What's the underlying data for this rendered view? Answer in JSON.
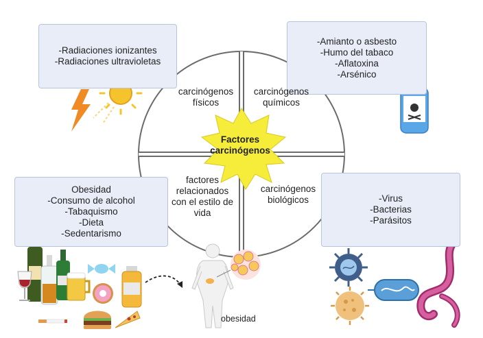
{
  "center": {
    "line1": "Factores",
    "line2": "carcinógenos"
  },
  "quadrants": {
    "physical": [
      "carcinógenos",
      "físicos"
    ],
    "chemical": [
      "carcinógenos",
      "químicos"
    ],
    "lifestyle": [
      "factores",
      "relacionados",
      "con el estilo de",
      "vida"
    ],
    "biological": [
      "carcinógenos",
      "biológicos"
    ]
  },
  "boxes": {
    "physical": [
      "-Radiaciones ionizantes",
      "-Radiaciones ultravioletas"
    ],
    "chemical": [
      "-Amianto o asbesto",
      "-Humo del tabaco",
      "-Aflatoxina",
      "-Arsénico"
    ],
    "lifestyle": [
      "Obesidad",
      "-Consumo de alcohol",
      "-Tabaquismo",
      "-Dieta",
      "-Sedentarismo"
    ],
    "biological": [
      "-Virus",
      "-Bacterias",
      "-Parásitos"
    ]
  },
  "obesity_caption": "obesidad",
  "colors": {
    "box_fill": "#e8edf8",
    "box_border": "#b8c3dd",
    "star": "#f6ec3a",
    "circle_stroke": "#6b6b6b"
  },
  "icons": [
    "lightning-icon",
    "sun-icon",
    "cigarette-icon",
    "poison-bottle-icon",
    "alcohol-bottles-icon",
    "wine-glass-icon",
    "beer-mug-icon",
    "candy-icon",
    "donut-icon",
    "juice-bottle-icon",
    "burger-icon",
    "pizza-icon",
    "human-body-icon",
    "fat-cells-icon",
    "virus-icon",
    "coronavirus-icon",
    "bacterium-icon",
    "parasite-worm-icon"
  ]
}
